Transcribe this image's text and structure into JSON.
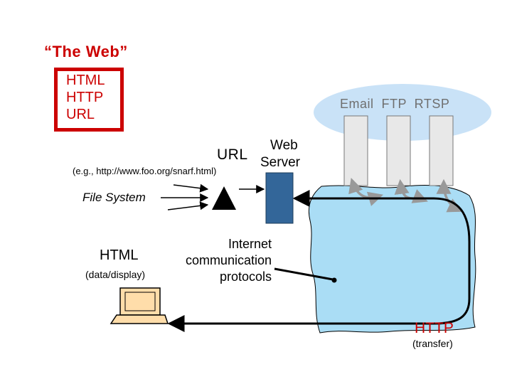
{
  "title": "“The Web”",
  "web_box": {
    "lines": [
      "HTML",
      "HTTP",
      "URL"
    ]
  },
  "protocols": {
    "label": "Email  FTP  RTSP"
  },
  "web_server": {
    "line1": "Web",
    "line2": "Server"
  },
  "url": {
    "label": "URL",
    "example": "(e.g., http://www.foo.org/snarf.html)"
  },
  "file_system": {
    "label": "File System"
  },
  "html": {
    "label": "HTML",
    "sub": "(data/display)"
  },
  "internet": {
    "line1": "Internet",
    "line2": "communication",
    "line3": "protocols"
  },
  "http": {
    "label": "HTTP",
    "sub": "(transfer)"
  },
  "colors": {
    "accent_red": "#cc0000",
    "cloud": "#aaddf5",
    "ellipse": "#c9e2f7",
    "server": "#336699",
    "computer": "#ffddaa"
  }
}
